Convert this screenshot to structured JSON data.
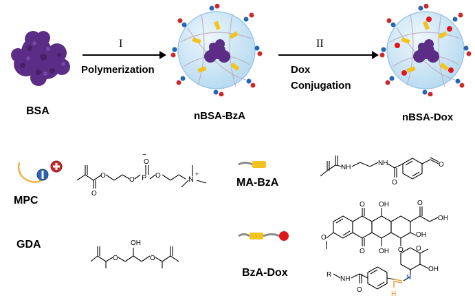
{
  "step1": {
    "numeral": "I",
    "label": "Polymerization"
  },
  "step2": {
    "numeral": "II",
    "label_line1": "Dox",
    "label_line2": "Conjugation"
  },
  "labels": {
    "bsa": "BSA",
    "nbsa_bza": "nBSA-BzA",
    "nbsa_dox": "nBSA-Dox",
    "mpc": "MPC",
    "gda": "GDA",
    "ma_bza": "MA-BzA",
    "bza_dox": "BzA-Dox"
  },
  "atoms": {
    "O": "O",
    "P": "P",
    "N": "N",
    "H": "H",
    "NH": "NH",
    "OH": "OH",
    "minus": "−",
    "plus": "+",
    "R": "R"
  },
  "colors": {
    "protein": "#5b2d86",
    "shell": "#cfe6f5",
    "shell_edge": "#9cc7e6",
    "benzaldehyde_bar": "#f3c31f",
    "dox_dot": "#e0141b",
    "imine": "#e8901a",
    "mpc_blue": "#2766b0",
    "mpc_red": "#c92b2b"
  }
}
